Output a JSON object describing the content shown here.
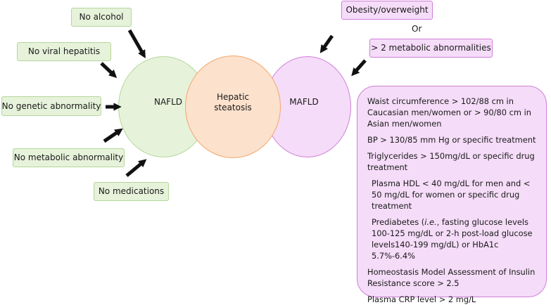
{
  "nafld_exclusions": [
    "No alcohol",
    "No viral hepatitis",
    "No genetic abnormality",
    "No metabolic abnormality",
    "No medications"
  ],
  "mafld_inclusions": {
    "first": "Obesity/overweight",
    "connector": "Or",
    "second": "> 2 metabolic abnormalities"
  },
  "circles": {
    "nafld": "NAFLD",
    "overlap": "Hepatic steatosis",
    "mafld": "MAFLD"
  },
  "metabolic_abnormalities": [
    {
      "text": "Waist circumference > 102/88 cm in Caucasian men/women or > 90/80 cm in Asian men/women"
    },
    {
      "text": "BP > 130/85 mm Hg or specific treatment"
    },
    {
      "text": "Triglycerides > 150mg/dL or specific drug treatment"
    },
    {
      "text": "Plasma HDL < 40 mg/dL for men and < 50 mg/dL for women or specific drug treatment"
    },
    {
      "pre": "Prediabetes (",
      "term": "i.e.",
      "post": ", fasting glucose levels 100-125 mg/dL or 2-h post-load glucose levels140-199 mg/dL) or HbA1c 5.7%-6.4%"
    },
    {
      "text": "Homeostasis Model Assessment of Insulin Resistance score > 2.5"
    },
    {
      "text": "Plasma CRP level > 2 mg/L"
    }
  ],
  "colors": {
    "green_fill": "#e6f2da",
    "green_border": "#b4d79b",
    "purple_fill": "#f5dcf8",
    "purple_border": "#cf7fd8",
    "peach_fill": "#fce1cc",
    "peach_border": "#f3a86f",
    "arrow": "#111111"
  }
}
